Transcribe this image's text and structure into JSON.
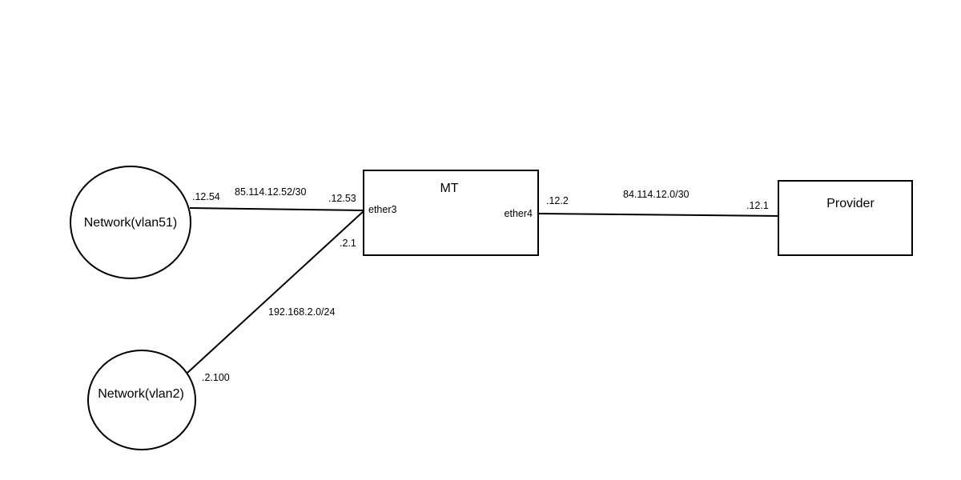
{
  "nodes": {
    "vlan51": {
      "label": "Network(vlan51)"
    },
    "vlan2": {
      "label": "Network(vlan2)"
    },
    "mt": {
      "label": "MT",
      "port_left": "ether3",
      "port_right": "ether4"
    },
    "provider": {
      "label": "Provider"
    }
  },
  "links": {
    "vlan51_mt": {
      "subnet": "85.114.12.52/30",
      "left_ip": ".12.54",
      "right_ip": ".12.53"
    },
    "vlan2_mt": {
      "subnet": "192.168.2.0/24",
      "near_ip": ".2.100",
      "mt_ip": ".2.1"
    },
    "mt_provider": {
      "subnet": "84.114.12.0/30",
      "left_ip": ".12.2",
      "right_ip": ".12.1"
    }
  }
}
